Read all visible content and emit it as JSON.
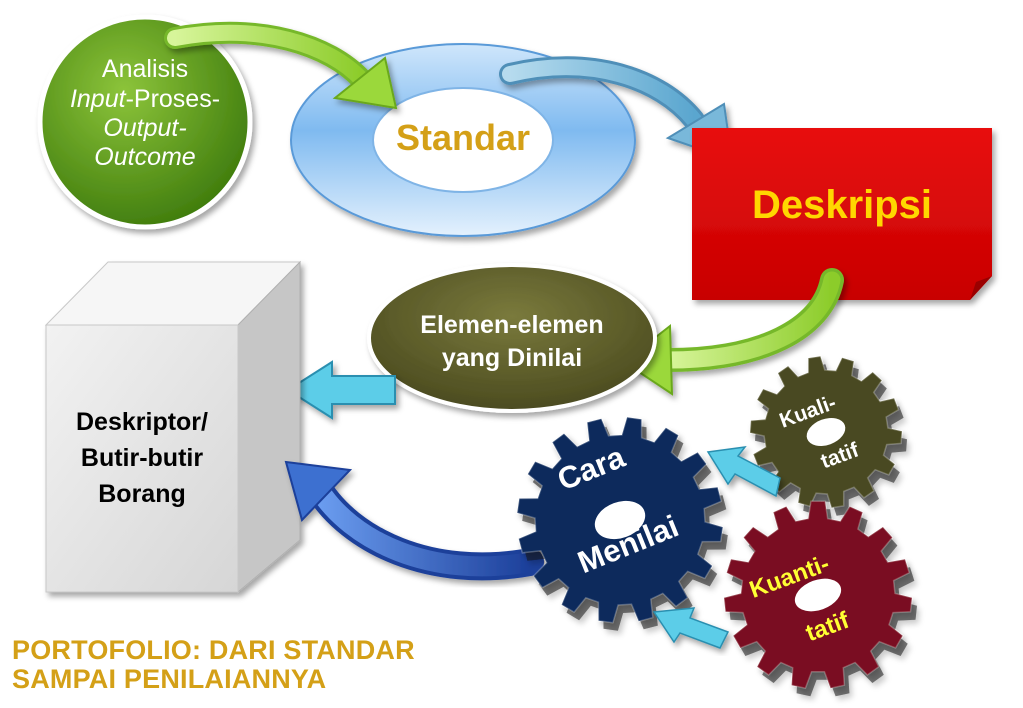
{
  "colors": {
    "green_circle": "#5a9a12",
    "standard_ring": "#8fc2ee",
    "standard_text": "#d4a017",
    "description_box": "#e00000",
    "description_text": "#ffd700",
    "olive": "#5c5c2a",
    "cube": "#e6e6e6",
    "navy_gear": "#0c2a5c",
    "olive_gear": "#4a4a22",
    "maroon_gear": "#7a1020",
    "arrow_green": "#9bd83a",
    "arrow_cyan": "#5ccde8",
    "arrow_blue": "#3d6fd0",
    "footer_text": "#d4a017"
  },
  "analysis": {
    "line1": "Analisis",
    "line2_italic": "Input",
    "line2_rest": "-Proses-",
    "line3": "Output-",
    "line4": "Outcome"
  },
  "standard": {
    "label": "Standar"
  },
  "description": {
    "label": "Deskripsi"
  },
  "elements": {
    "line1": "Elemen-elemen",
    "line2": "yang Dinilai"
  },
  "descriptor": {
    "line1": "Deskriptor/",
    "line2": "Butir-butir",
    "line3": "Borang"
  },
  "gears": {
    "method": {
      "line1": "Cara",
      "line2": "Menilai"
    },
    "qualitative": {
      "line1": "Kuali-",
      "line2": "tatif"
    },
    "quantitative": {
      "line1": "Kuanti-",
      "line2": "tatif"
    }
  },
  "footer": {
    "line1": "PORTOFOLIO: DARI STANDAR",
    "line2": "SAMPAI PENILAIANNYA"
  }
}
